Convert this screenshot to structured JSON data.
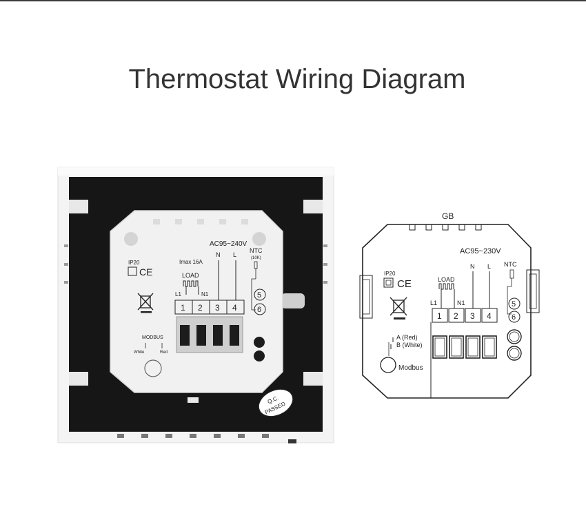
{
  "title": "Thermostat Wiring Diagram",
  "photo": {
    "ip_label": "IP20",
    "ce_label": "CE",
    "current_label": "Imax 16A",
    "load_label": "LOAD",
    "voltage_label": "AC95~240V",
    "line_label": "L1",
    "neutral_label": "N1",
    "n_label": "N",
    "l_label": "L",
    "ntc_label": "NTC",
    "ntc_value": "(10K)",
    "terminals": [
      "1",
      "2",
      "3",
      "4"
    ],
    "ntc_terminals": [
      "5",
      "6"
    ],
    "modbus_label": "MODBUS",
    "white_label": "White",
    "red_label": "Red",
    "sticker_top": "Q.C.",
    "sticker_bottom": "PASSED"
  },
  "schematic": {
    "region_label": "GB",
    "voltage_label": "AC95~230V",
    "ip_label": "IP20",
    "ce_label": "CE",
    "load_label": "LOAD",
    "line_label": "L1",
    "neutral_label": "N1",
    "n_label": "N",
    "l_label": "L",
    "ntc_label": "NTC",
    "terminals": [
      "1",
      "2",
      "3",
      "4"
    ],
    "ntc_terminals": [
      "5",
      "6"
    ],
    "wire_a_label": "A (Red)",
    "wire_b_label": "B (White)",
    "modbus_label": "Modbus"
  },
  "colors": {
    "title": "#333333",
    "panel_black": "#161616",
    "frame_white": "#f2f2f2"
  }
}
